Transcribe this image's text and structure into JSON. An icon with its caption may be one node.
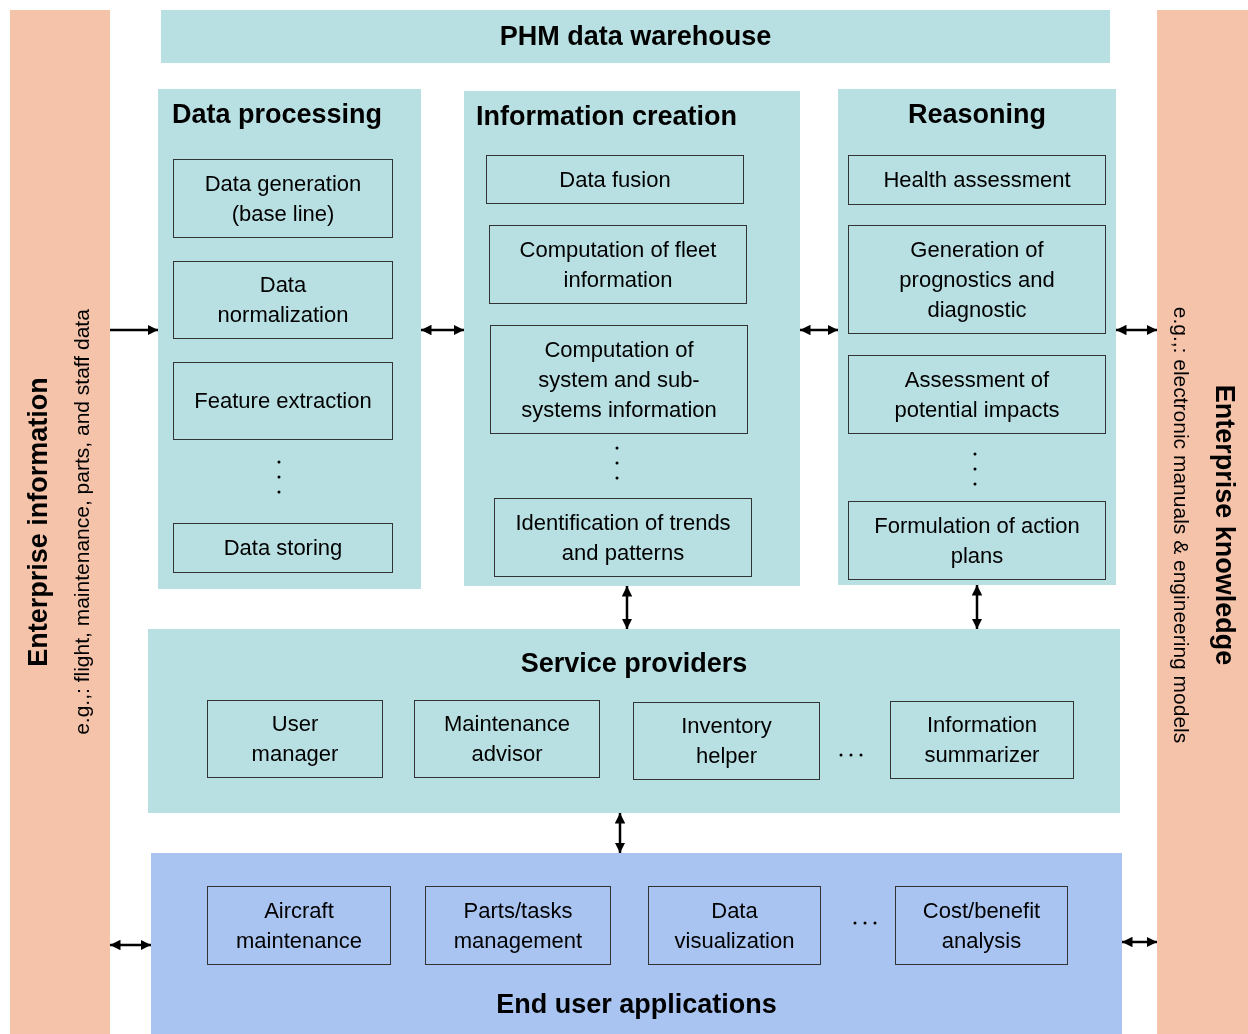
{
  "diagram": {
    "nodes": [
      {
        "text": [
          "Enterprise information",
          "e.g.,: flight, maintenance, parts, and staff data"
        ]
      },
      {
        "text": [
          "PHM data warehouse"
        ]
      },
      {
        "text": [
          "Data processing"
        ]
      },
      {
        "text": [
          "Data generation (base line)"
        ],
        "in": 2
      },
      {
        "text": [
          "Data normalization"
        ],
        "in": 2
      },
      {
        "text": [
          "Feature extraction"
        ],
        "in": 2
      },
      {
        "text": [
          "Data storing"
        ],
        "in": 2
      },
      {
        "text": [
          "Information creation"
        ]
      },
      {
        "text": [
          "Data fusion"
        ],
        "in": 7
      },
      {
        "text": [
          "Computation of fleet information"
        ],
        "in": 7
      },
      {
        "text": [
          "Computation of system and sub-systems information"
        ],
        "in": 7
      },
      {
        "text": [
          "Identification of trends and patterns"
        ],
        "in": 7
      },
      {
        "text": [
          "Reasoning"
        ]
      },
      {
        "text": [
          "Health assessment"
        ],
        "in": 12
      },
      {
        "text": [
          "Generation of prognostics and diagnostic"
        ],
        "in": 12
      },
      {
        "text": [
          "Assessment of potential impacts"
        ],
        "in": 12
      },
      {
        "text": [
          "Formulation of action plans"
        ],
        "in": 12
      },
      {
        "text": [
          "Service providers"
        ]
      },
      {
        "text": [
          "User manager"
        ],
        "in": 17
      },
      {
        "text": [
          "Maintenance advisor"
        ],
        "in": 17
      },
      {
        "text": [
          "Inventory helper"
        ],
        "in": 17
      },
      {
        "text": [
          "Information summarizer"
        ],
        "in": 17
      },
      {
        "text": [
          "End user applications"
        ]
      },
      {
        "text": [
          "Aircraft maintenance"
        ],
        "in": 22
      },
      {
        "text": [
          "Parts/tasks management"
        ],
        "in": 22
      },
      {
        "text": [
          "Data visualization"
        ],
        "in": 22
      },
      {
        "text": [
          "Cost/benefit analysis"
        ],
        "in": 22
      },
      {
        "text": [
          "Enterprise knowledge",
          "e.g.,: electronic manuals & engineering models"
        ]
      }
    ],
    "edges": [
      {
        "from": 0,
        "to": 2,
        "arrow": "to"
      },
      {
        "from": 2,
        "to": 7,
        "arrow": "both"
      },
      {
        "from": 7,
        "to": 12,
        "arrow": "both"
      },
      {
        "from": 12,
        "to": 27,
        "arrow": "both"
      },
      {
        "from": 7,
        "to": 17,
        "arrow": "both"
      },
      {
        "from": 12,
        "to": 17,
        "arrow": "both"
      },
      {
        "from": 17,
        "to": 22,
        "arrow": "both"
      },
      {
        "from": 0,
        "to": 22,
        "arrow": "both"
      },
      {
        "from": 22,
        "to": 27,
        "arrow": "both"
      }
    ]
  }
}
